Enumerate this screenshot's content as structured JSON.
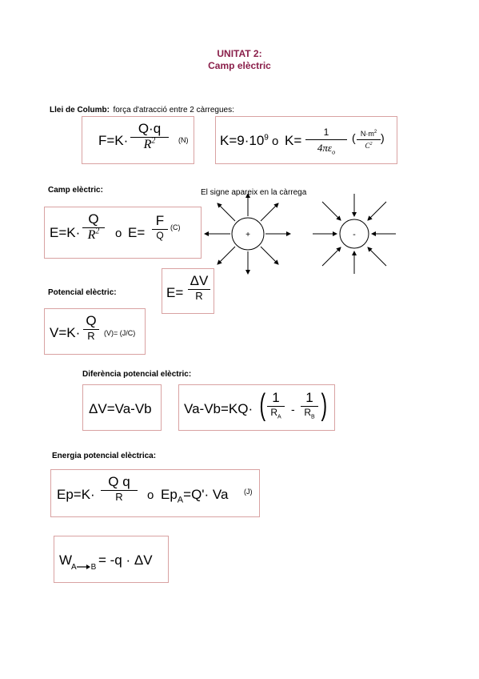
{
  "header": {
    "line1": "UNITAT 2:",
    "line2": "Camp elèctric"
  },
  "coulomb": {
    "heading": "Llei de Columb:",
    "desc": "força d'atracció entre 2 càrregues:",
    "f_lhs": "F=K·",
    "f_num": "Q·q",
    "f_den_base": "R",
    "f_den_exp": "2",
    "f_unit": "(N)",
    "k_lhs": "K=9·10",
    "k_exp": "9",
    "k_or": "o",
    "k_eq": "K=",
    "k_num": "1",
    "k_den": "4πε",
    "k_den_sub": "o",
    "k_unit_num": "N·m",
    "k_unit_num_exp": "2",
    "k_unit_den": "C",
    "k_unit_den_exp": "2",
    "k_paren_open": "(",
    "k_paren_close": ")"
  },
  "field": {
    "heading": "Camp elèctric:",
    "sign_note": "El signe apareix en la càrrega",
    "e_lhs": "E=K·",
    "e_num": "Q",
    "e_den_base": "R",
    "e_den_exp": "2",
    "or": "o",
    "e2_lhs": "E=",
    "e2_num": "F",
    "e2_den": "Q",
    "unit": "(C)",
    "pos_charge": "+",
    "neg_charge": "-"
  },
  "potential": {
    "heading": "Potencial elèctric:",
    "e3_lhs": "E=",
    "e3_num": "ΔV",
    "e3_den": "R",
    "v_lhs": "V=K·",
    "v_num": "Q",
    "v_den": "R",
    "v_unit": "(V)= (J/C)"
  },
  "difference": {
    "heading": "Diferència potencial elèctric:",
    "dv": "ΔV=Va-Vb",
    "vab_lhs": "Va-Vb=KQ·",
    "one_a": "1",
    "ra": "R",
    "ra_sub": "A",
    "minus": "-",
    "one_b": "1",
    "rb": "R",
    "rb_sub": "B"
  },
  "energy": {
    "heading": "Energia potencial elèctrica:",
    "ep_lhs": "Ep=K·",
    "ep_num": "Q q",
    "ep_den": "R",
    "or": "o",
    "ep2": "Ep",
    "ep2_sub": "A",
    "ep2_rhs": "=Q'· Va",
    "unit": "(J)",
    "w": "W",
    "w_sub_a": "A",
    "w_sub_b": "B",
    "w_rhs": "= -q · ΔV"
  }
}
